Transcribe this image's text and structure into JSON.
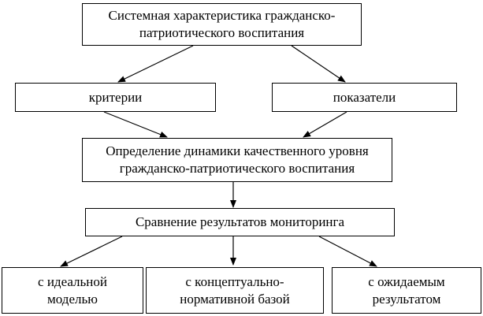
{
  "diagram": {
    "top_box": "Системная характеристика гражданско-\nпатриотического воспитания",
    "criteria_box": "критерии",
    "indicators_box": "показатели",
    "dynamics_box": "Определение динамики качественного уровня\nгражданско-патриотического воспитания",
    "comparison_box": "Сравнение результатов мониторинга",
    "ideal_box": "с идеальной\nмоделью",
    "normative_box": "с концептуально-\nнормативной базой",
    "expected_box": "с ожидаемым\nрезультатом"
  }
}
